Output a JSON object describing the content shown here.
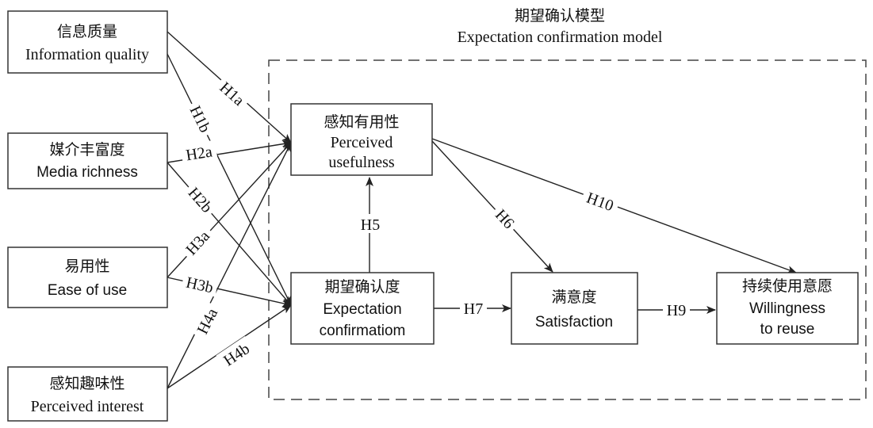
{
  "model_title": {
    "cn": "期望确认模型",
    "en": "Expectation confirmation model"
  },
  "boxes": {
    "info_quality": {
      "cn": "信息质量",
      "en": "Information quality"
    },
    "media_richness": {
      "cn": "媒介丰富度",
      "en": "Media richness"
    },
    "ease_of_use": {
      "cn": "易用性",
      "en": "Ease of use"
    },
    "perceived_interest": {
      "cn": "感知趣味性",
      "en": "Perceived interest"
    },
    "perceived_usefulness": {
      "cn": "感知有用性",
      "en1": "Perceived",
      "en2": "usefulness"
    },
    "expectation_confirmation": {
      "cn": "期望确认度",
      "en1": "Expectation",
      "en2": "confirmatiom"
    },
    "satisfaction": {
      "cn": "满意度",
      "en": "Satisfaction"
    },
    "willingness": {
      "cn": "持续使用意愿",
      "en1": "Willingness",
      "en2": "to reuse"
    }
  },
  "hypotheses": {
    "h1a": "H1a",
    "h1b": "H1b",
    "h2a": "H2a",
    "h2b": "H2b",
    "h3a": "H3a",
    "h3b": "H3b",
    "h4a": "H4a",
    "h4b": "H4b",
    "h5": "H5",
    "h6": "H6",
    "h7": "H7",
    "h9": "H9",
    "h10": "H10"
  }
}
